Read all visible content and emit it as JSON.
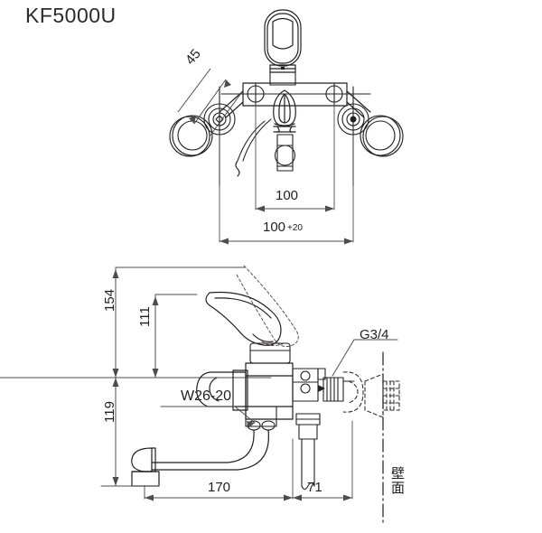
{
  "title": "KF5000U",
  "colors": {
    "line": "#231f20",
    "dim_line": "#4d4d4d",
    "text": "#231f20",
    "background": "#ffffff"
  },
  "views": {
    "plan": {
      "name": "plan-view",
      "description": "Top/front plan view of single-lever wall mixer faucet with eccentric unions"
    },
    "side": {
      "name": "side-elevation-view",
      "description": "Side elevation of faucet with swivel spout and wall connection"
    }
  },
  "dimensions": {
    "plan": [
      {
        "id": "angle-45",
        "label": "45",
        "tolerance": "",
        "orientation": "diagonal",
        "view": "plan"
      },
      {
        "id": "width-100",
        "label": "100",
        "tolerance": "",
        "orientation": "horizontal",
        "view": "plan"
      },
      {
        "id": "width-100-20",
        "label": "100",
        "tolerance": "+20",
        "orientation": "horizontal",
        "view": "plan"
      }
    ],
    "side": [
      {
        "id": "height-154",
        "label": "154",
        "tolerance": "",
        "orientation": "vertical",
        "view": "side"
      },
      {
        "id": "height-111",
        "label": "111",
        "tolerance": "",
        "orientation": "vertical",
        "view": "side"
      },
      {
        "id": "height-119",
        "label": "119",
        "tolerance": "",
        "orientation": "vertical",
        "view": "side"
      },
      {
        "id": "length-170",
        "label": "170",
        "tolerance": "",
        "orientation": "horizontal",
        "view": "side"
      },
      {
        "id": "length-71",
        "label": "71",
        "tolerance": "",
        "orientation": "horizontal",
        "view": "side"
      }
    ]
  },
  "annotations": [
    {
      "id": "thread-w26-20",
      "label": "W26-20",
      "kind": "leader-callout"
    },
    {
      "id": "thread-g34",
      "label": "G3/4",
      "kind": "leader-callout"
    },
    {
      "id": "wall-surface",
      "label": "壁面",
      "kind": "vertical-text"
    }
  ],
  "labels": {
    "dim_100_top": "100",
    "dim_100_base": "100",
    "dim_100_tol": "+20",
    "dim_45": "45",
    "dim_154": "154",
    "dim_111": "111",
    "dim_119": "119",
    "dim_170": "170",
    "dim_71": "71",
    "w26_20": "W26-20",
    "g34": "G3/4",
    "wall": "壁面"
  }
}
